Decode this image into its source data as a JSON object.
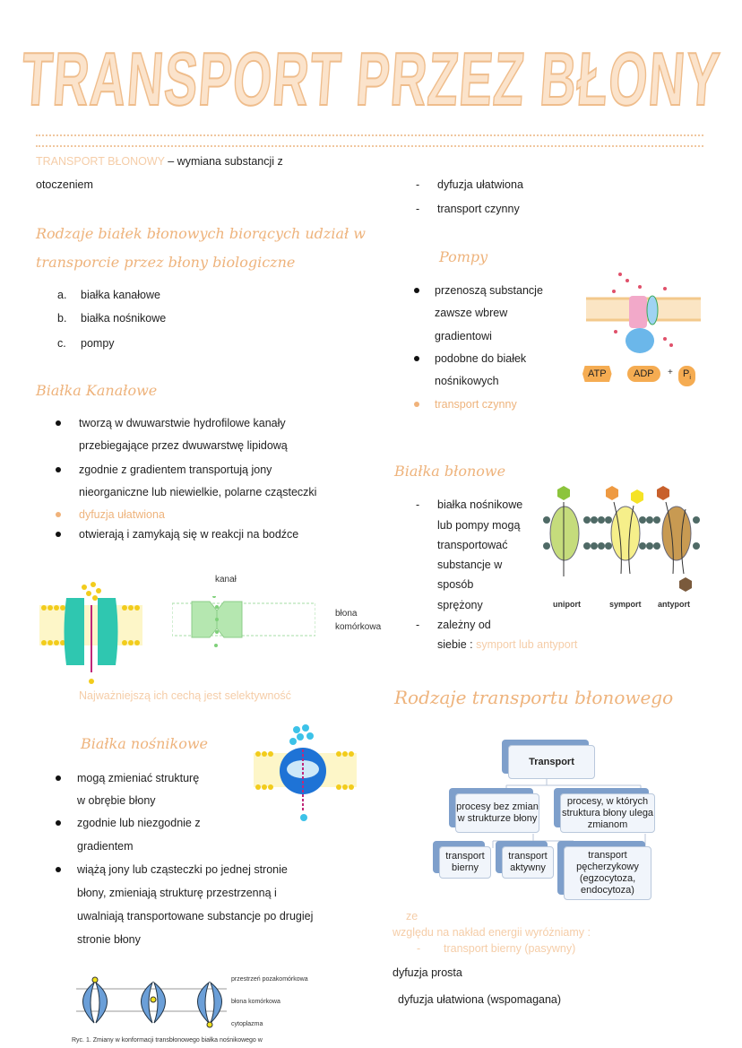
{
  "title": "TRANSPORT PRZEZ BŁONY",
  "left": {
    "intro_term": "TRANSPORT BŁONOWY",
    "intro_rest": " – wymiana substancji z",
    "intro_line2": "otoczeniem",
    "heading1_line1": "Rodzaje białek błonowych biorących udział w",
    "heading1_line2": "transporcie przez błony biologiczne",
    "types": [
      {
        "marker": "a.",
        "text": "białka kanałowe"
      },
      {
        "marker": "b.",
        "text": "białka nośnikowe"
      },
      {
        "marker": "c.",
        "text": "pompy"
      }
    ],
    "channel_heading": "Białka Kanałowe",
    "channel_bullets": [
      "tworzą w dwuwarstwie hydrofilowe kanały",
      "przebiegające przez dwuwarstwę lipidową",
      "zgodnie z gradientem transportują jony",
      "nieorganiczne lub niewielkie, polarne cząsteczki",
      "dyfuzja ułatwiona",
      "otwierają i zamykają się w reakcji na bodźce"
    ],
    "channel_figure": {
      "label_top": "kanał",
      "label_right1": "błona",
      "label_right2": "komórkowa"
    },
    "selectivity": "Najważniejszą ich cechą jest selektywność",
    "carrier_heading": "Białka nośnikowe",
    "carrier_bullets": [
      "mogą zmieniać strukturę",
      "w obrębie błony",
      "zgodnie lub niezgodnie z",
      "gradientem",
      "wiążą jony lub cząsteczki po jednej stronie",
      "błony, zmieniają strukturę przestrzenną i",
      "uwalniają transportowane substancje po drugiej",
      "stronie błony"
    ],
    "conformation_figure": {
      "labels": [
        "przestrzeń pozakomórkowa",
        "błona komórkowa",
        "cytoplazma"
      ],
      "caption": "Ryc. 1. Zmiany w konformacji transbłonowego białka nośnikowego w"
    }
  },
  "right": {
    "list": [
      "dyfuzja ułatwiona",
      "transport czynny"
    ],
    "pumps_heading": "Pompy",
    "pumps_bullets": [
      "przenoszą substancje",
      "zawsze wbrew",
      "gradientowi",
      "podobne do białek",
      "nośnikowych",
      "transport czynny"
    ],
    "pump_figure": {
      "atp": "ATP",
      "adp": "ADP",
      "plus": "+",
      "pi": "P",
      "pi_sub": "i"
    },
    "membrane_heading": "Białka błonowe",
    "membrane_items": [
      "białka nośnikowe",
      "lub pompy mogą",
      "transportować",
      "substancje w",
      "sposób",
      "sprężony",
      "zależny od",
      "siebie :"
    ],
    "membrane_highlight": "symport lub antyport",
    "porter_labels": [
      "uniport",
      "symport",
      "antyport"
    ],
    "transport_heading": "Rodzaje transportu błonowego",
    "chart": {
      "root": "Transport",
      "left": "procesy bez zmian w strukturze błony",
      "right": "procesy, w których struktura błony ulega zmianom",
      "ll": "transport bierny",
      "lr": "transport aktywny",
      "rr": "transport pęcherzykowy (egzocytoza, endocytoza)"
    },
    "energy_ze": "ze",
    "energy_line": "względu na nakład energii wyróżniamy :",
    "energy_item": "transport bierny (pasywny)",
    "diff1": "dyfuzja prosta",
    "diff2": "dyfuzja ułatwiona (wspomagana)"
  }
}
